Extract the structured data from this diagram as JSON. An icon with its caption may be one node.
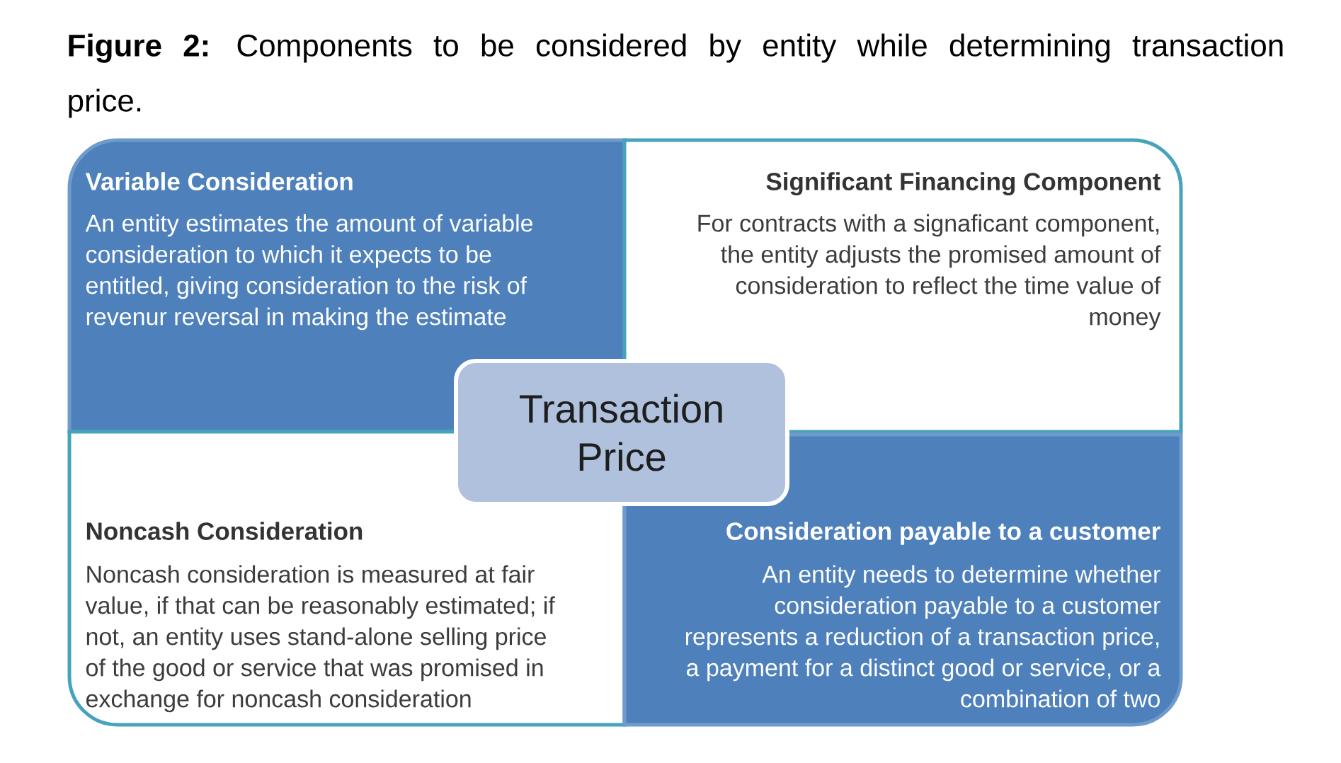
{
  "diagram": {
    "title": "**Figure 2:** Components to be considered by entity while determining transaction price.",
    "nodes": [
      {
        "text": [
          "Variable Consideration",
          "An entity estimates the amount of variable consideration to which it expects to be entitled, giving consideration to the risk of revenur reversal in making the estimate"
        ]
      },
      {
        "text": [
          "Significant Financing Component",
          "For contracts with a signaficant component, the entity adjusts the promised amount of consideration to reflect the time value of money"
        ]
      },
      {
        "text": [
          "Transaction Price"
        ]
      },
      {
        "text": [
          "Noncash Consideration",
          "Noncash consideration is measured at fair value, if that can be reasonably estimated; if not, an entity uses stand-alone selling price of the good or service that was promised in exchange for noncash consideration"
        ]
      },
      {
        "text": [
          "Consideration payable to a customer",
          "An entity needs to determine whether consideration payable to a customer represents a reduction of a transaction price, a payment for a distinct good or service, or a combination of two"
        ]
      }
    ]
  }
}
